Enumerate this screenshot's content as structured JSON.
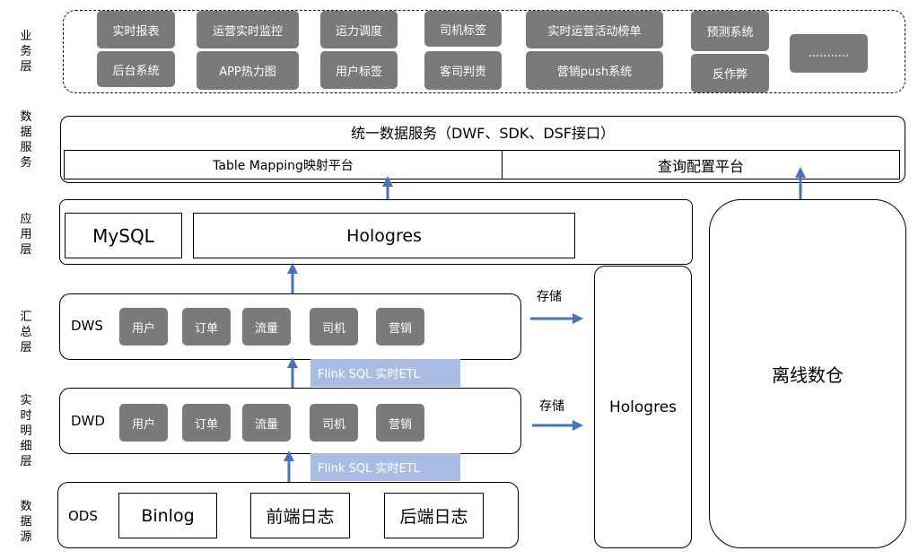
{
  "layers": {
    "business": "业务层",
    "data_service": "数据服务",
    "application": "应用层",
    "summary": "汇总层",
    "detail": "实时明细层",
    "source": "数据源"
  },
  "business_items": {
    "col1": [
      "实时报表",
      "后台系统"
    ],
    "col2": [
      "运营实时监控",
      "APP热力图"
    ],
    "col3": [
      "运力调度",
      "用户标签"
    ],
    "col4": [
      "司机标签",
      "客司判责"
    ],
    "col5": [
      "实时运营活动榜单",
      "营销push系统"
    ],
    "col6": [
      "预测系统",
      "反作弊"
    ],
    "more": "..........."
  },
  "data_service": {
    "title": "统一数据服务（DWF、SDK、DSF接口）",
    "table_mapping": "Table Mapping映射平台",
    "query_config": "查询配置平台"
  },
  "application": {
    "mysql": "MySQL",
    "hologres": "Hologres"
  },
  "dws": {
    "label": "DWS",
    "items": [
      "用户",
      "订单",
      "流量",
      "司机",
      "营销"
    ]
  },
  "dwd": {
    "label": "DWD",
    "items": [
      "用户",
      "订单",
      "流量",
      "司机",
      "营销"
    ]
  },
  "ods": {
    "label": "ODS",
    "items": [
      "Binlog",
      "前端日志",
      "后端日志"
    ]
  },
  "etl_label_1": "Flink SQL 实时ETL",
  "etl_label_2": "Flink SQL 实时ETL",
  "storage_label_1": "存储",
  "storage_label_2": "存储",
  "hologres_store": "Hologres",
  "offline_warehouse": "离线数仓",
  "colors": {
    "pill": "#7a7a7a",
    "arrow": "#4472c4",
    "etl_band": "#a9bde4"
  }
}
